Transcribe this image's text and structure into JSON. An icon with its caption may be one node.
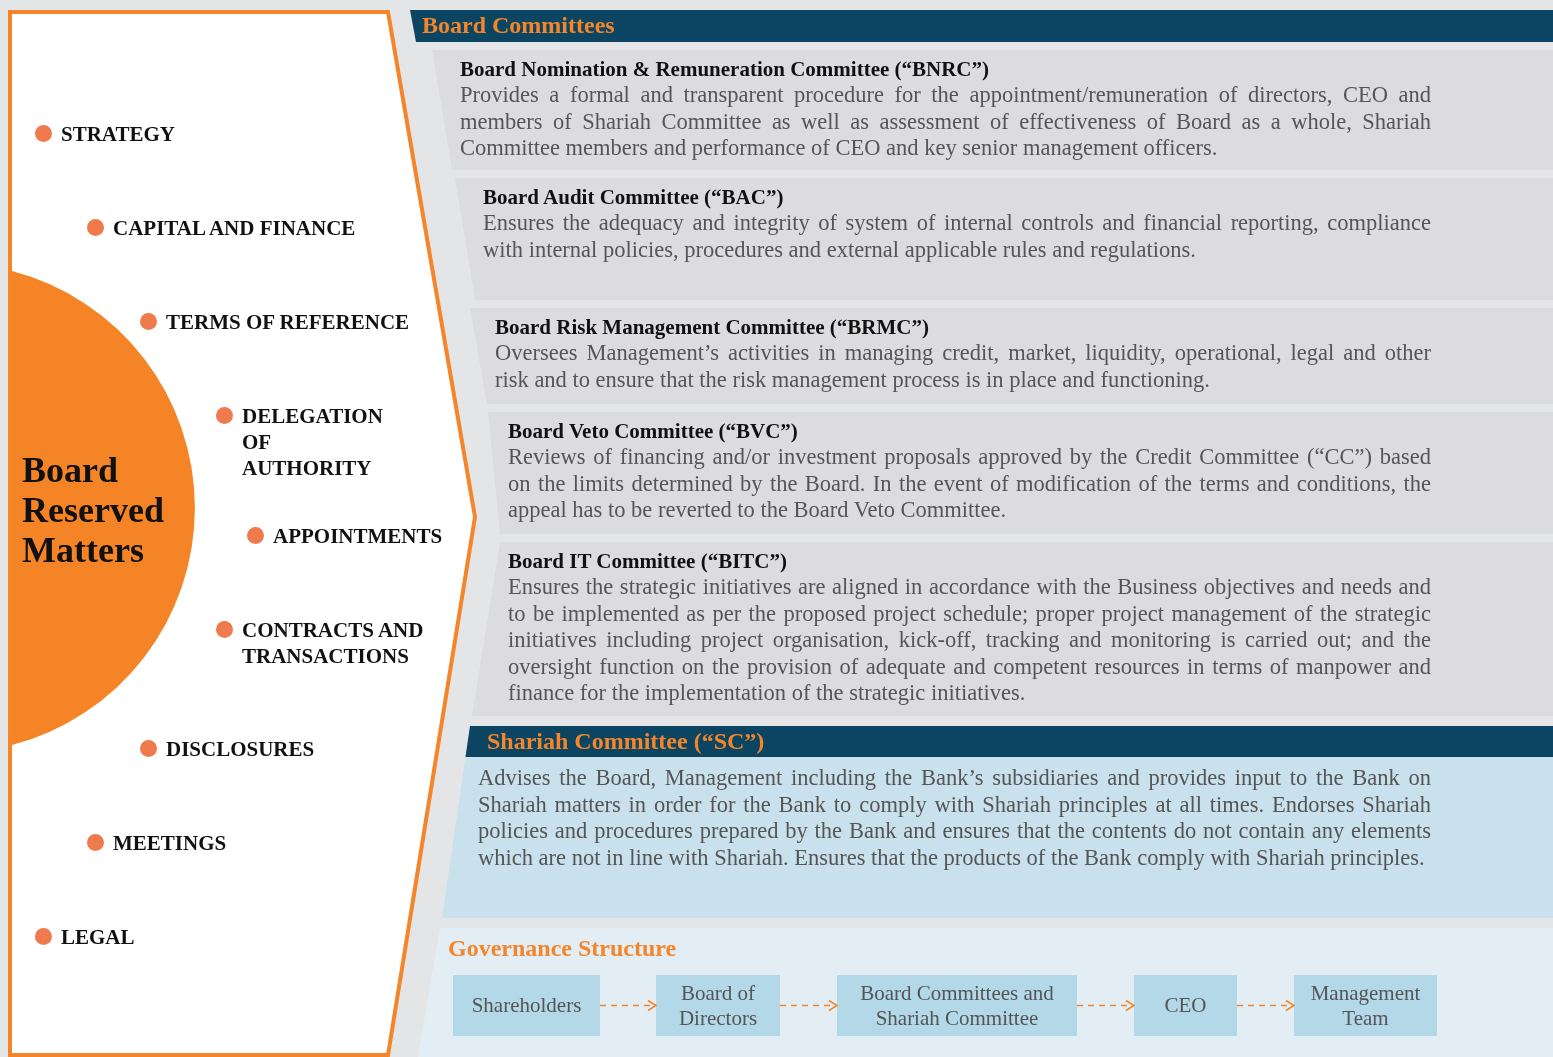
{
  "diagram": {
    "nodes": [
      {
        "text": [
          "Board Reserved Matters"
        ]
      },
      {
        "text": [
          "Board Committees"
        ]
      },
      {
        "text": [
          "Board Nomination & Remuneration Committee (“BNRC”)",
          "Provides a formal and transparent procedure for the appointment/remuneration of directors, CEO and members of Shariah Committee as well as assessment of effectiveness of Board as a whole, Shariah Committee members and performance of CEO and key senior management officers."
        ]
      },
      {
        "text": [
          "Board Audit Committee (“BAC”)",
          "Ensures the adequacy and integrity of system of internal controls and financial reporting, compliance with internal policies, procedures and external applicable rules and regulations."
        ]
      },
      {
        "text": [
          "Board Risk Management Committee (“BRMC”)",
          "Oversees Management’s activities in managing credit, market, liquidity, operational, legal and other risk and to ensure that the risk management process is in place and functioning."
        ]
      },
      {
        "text": [
          "Board Veto Committee (“BVC”)",
          "Reviews of financing and/or investment proposals approved by the Credit Committee (“CC”) based on the limits determined by the Board. In the event of modification of the terms and conditions, the appeal has to be reverted to the Board Veto Committee."
        ]
      },
      {
        "text": [
          "Board IT Committee (“BITC”)",
          "Ensures the strategic initiatives are aligned in accordance with the Business objectives and needs and to be implemented as per the proposed project schedule; proper project management of the strategic initiatives including project organisation, kick-off, tracking and monitoring is carried out; and the oversight function on the provision of adequate and competent resources in terms of manpower and finance for the implementation of the strategic initiatives."
        ]
      },
      {
        "text": [
          "Shariah Committee (“SC”)",
          "Advises the Board, Management including the Bank’s subsidiaries and provides input to the Bank on Shariah matters in order for the Bank to comply with Shariah principles at all times. Endorses Shariah policies and procedures prepared by the Bank and ensures that the contents do not contain any elements which are not in line with Shariah. Ensures that the products of the Bank comply with Shariah principles."
        ]
      },
      {
        "text": [
          "Governance Structure"
        ]
      },
      {
        "text": [
          "Shareholders"
        ],
        "in": 8
      },
      {
        "text": [
          "Board of Directors"
        ],
        "in": 8
      },
      {
        "text": [
          "Board Committees and Shariah Committee"
        ],
        "in": 8
      },
      {
        "text": [
          "CEO"
        ],
        "in": 8
      },
      {
        "text": [
          "Management Team"
        ],
        "in": 8
      }
    ],
    "edges": [
      {
        "from": 9,
        "to": 10,
        "arrow": "to",
        "style": "dashed"
      },
      {
        "from": 10,
        "to": 11,
        "arrow": "to",
        "style": "dashed"
      },
      {
        "from": 11,
        "to": 12,
        "arrow": "to",
        "style": "dashed"
      },
      {
        "from": 12,
        "to": 13,
        "arrow": "to",
        "style": "dashed"
      },
      {
        "from": 0,
        "to": 5,
        "arrow": "to",
        "style": "thick"
      }
    ],
    "labels": [
      "STRATEGY",
      "CAPITAL AND FINANCE",
      "TERMS OF REFERENCE",
      "DELEGATION OF AUTHORITY",
      "APPOINTMENTS",
      "CONTRACTS AND TRANSACTIONS",
      "DISCLOSURES",
      "MEETINGS",
      "LEGAL"
    ]
  }
}
